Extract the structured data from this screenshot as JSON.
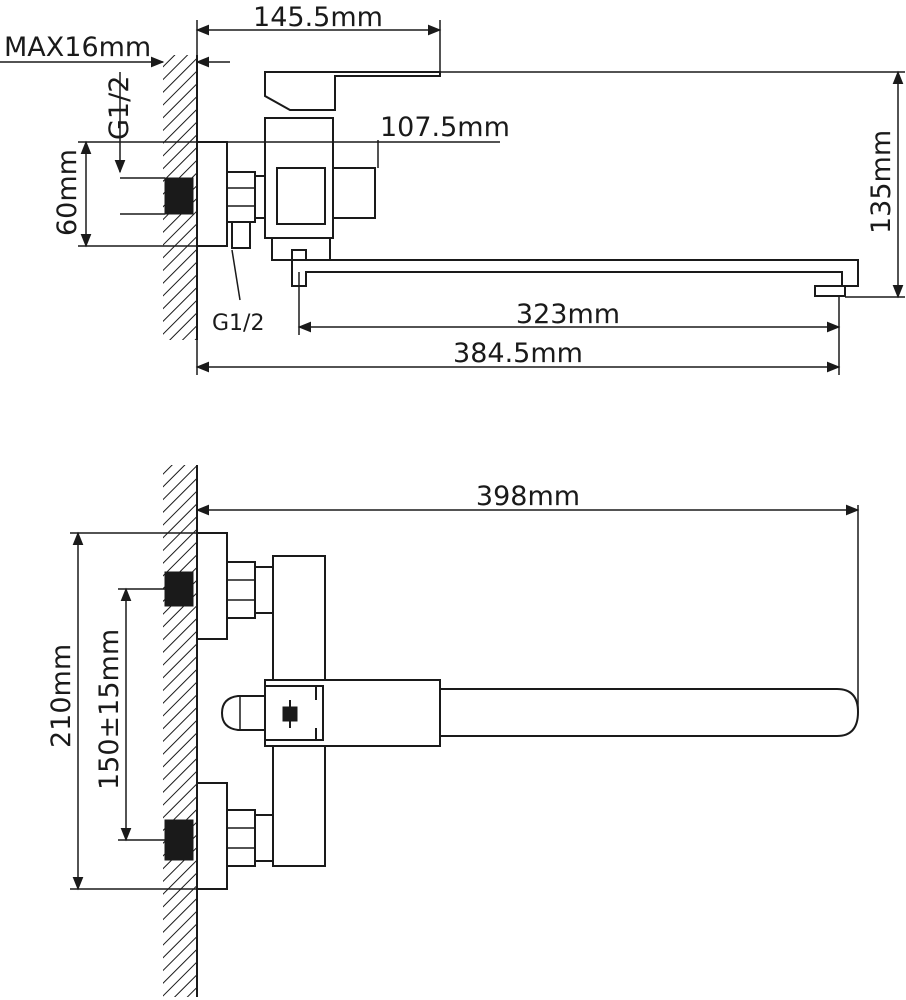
{
  "side_view": {
    "dim_width_top": "145.5mm",
    "dim_wall_max": "MAX16mm",
    "dim_thread_top": "G1/2",
    "dim_offset": "107.5mm",
    "dim_inlet": "60mm",
    "dim_height": "135mm",
    "dim_thread_bottom": "G1/2",
    "dim_spout": "323mm",
    "dim_total": "384.5mm"
  },
  "top_view": {
    "dim_length": "398mm",
    "dim_outer": "210mm",
    "dim_center": "150±15mm"
  },
  "colors": {
    "line": "#1a1a1a",
    "background": "#ffffff"
  }
}
